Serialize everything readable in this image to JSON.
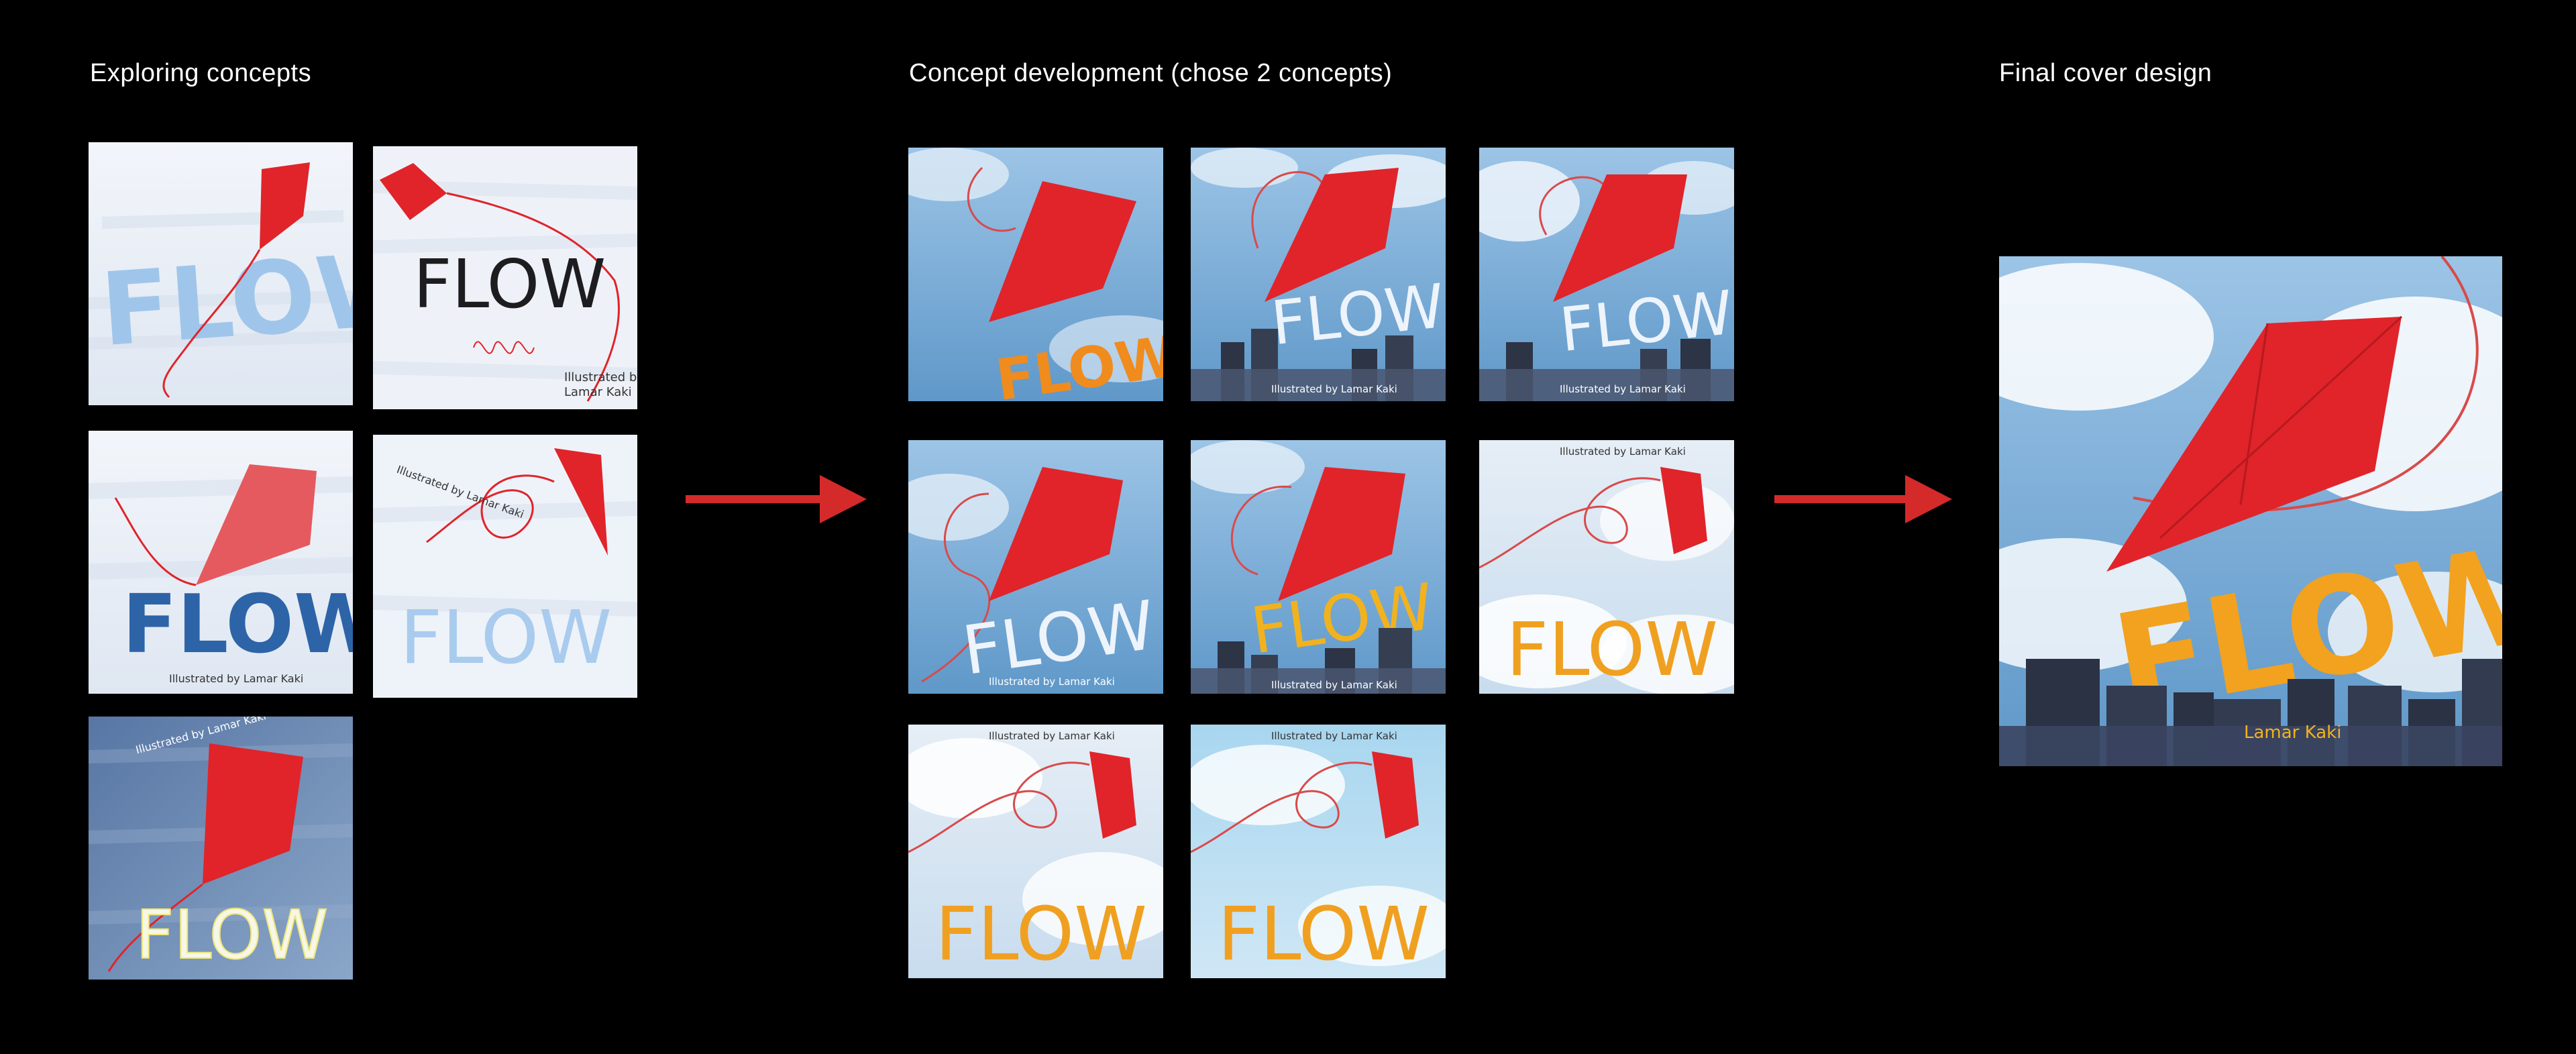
{
  "colors": {
    "background": "#000000",
    "heading": "#ffffff",
    "arrow": "#d42a2a",
    "kite_red": "#e0242a",
    "title_orange": "#f0a020"
  },
  "headings": {
    "exploring": "Exploring concepts",
    "development": "Concept development (chose 2 concepts)",
    "final": "Final cover design"
  },
  "cover_texts": {
    "title": "FLOW",
    "illustrated_by": "Illustrated by",
    "author": "Lamar Kaki",
    "illustrated_line": "Illustrated by Lamar Kaki"
  }
}
